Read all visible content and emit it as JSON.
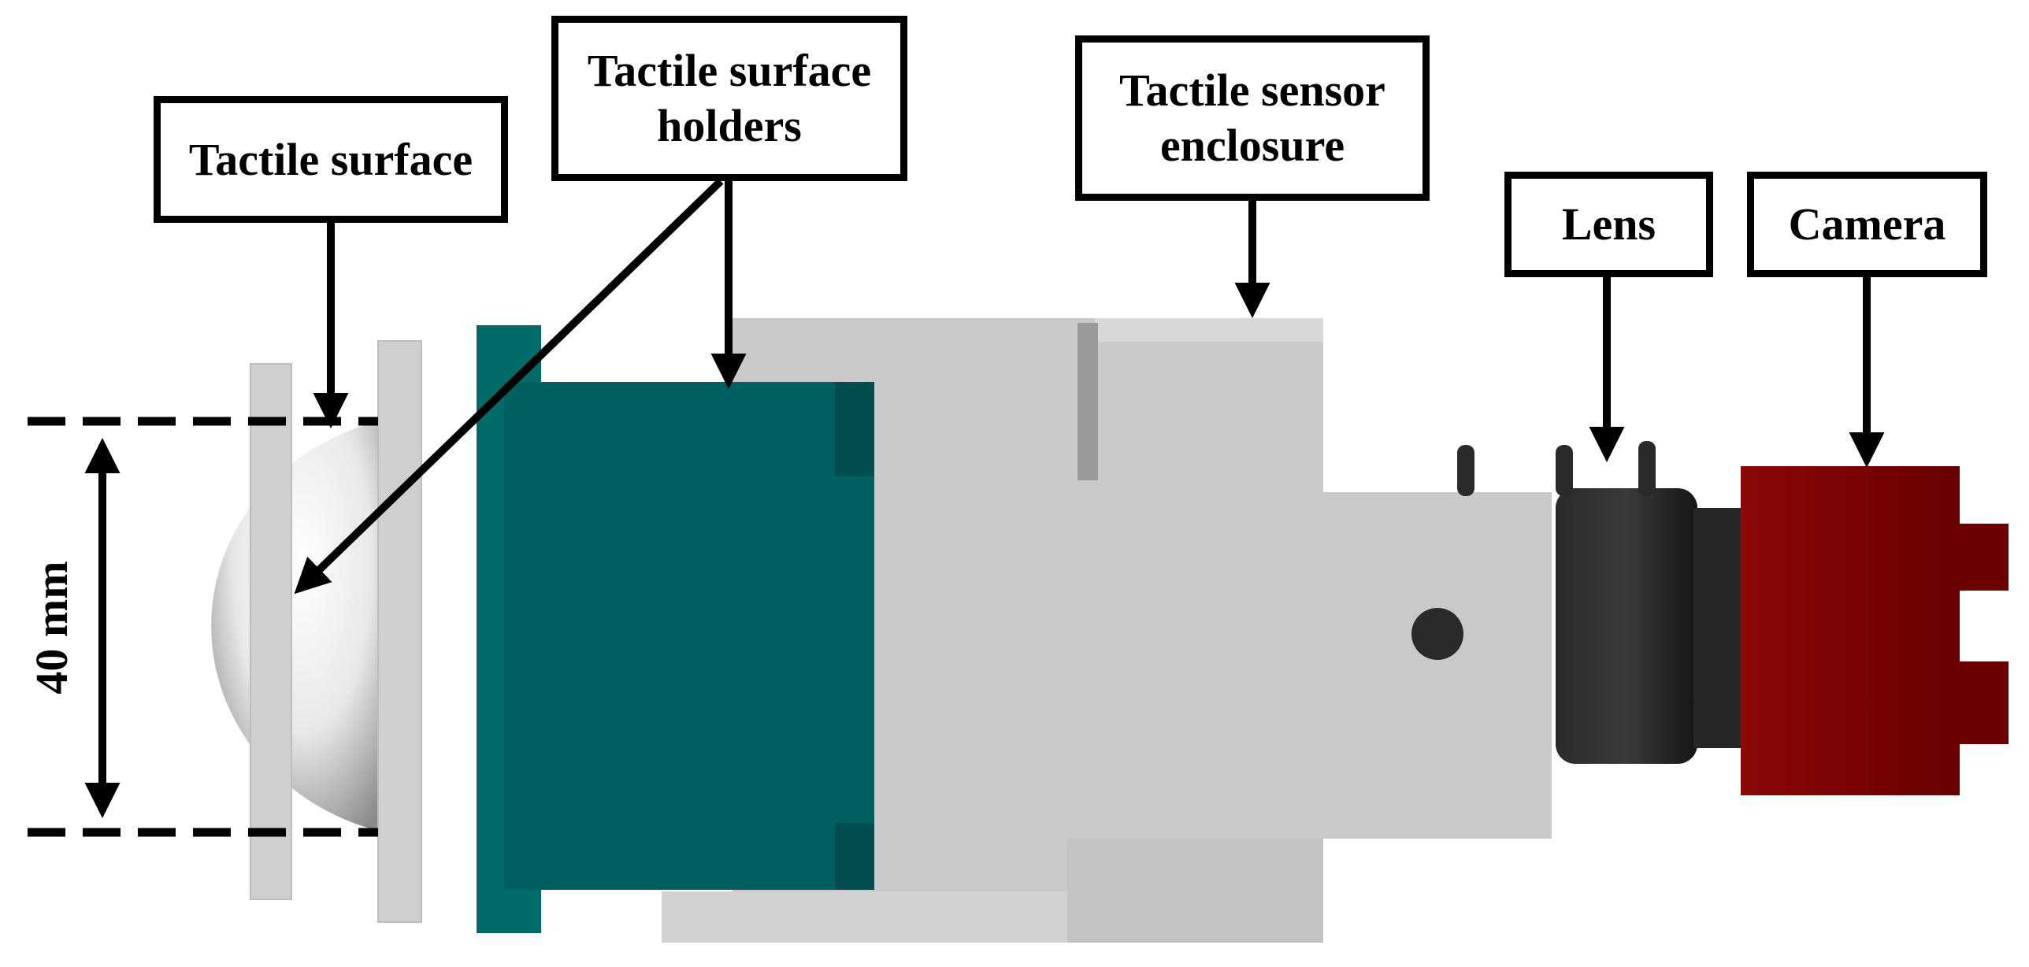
{
  "labels": {
    "tactile_surface": "Tactile surface",
    "holders_line1": "Tactile surface",
    "holders_line2": "holders",
    "enclosure_line1": "Tactile sensor",
    "enclosure_line2": "enclosure",
    "lens": "Lens",
    "camera": "Camera"
  },
  "dimension": {
    "text": "40 mm"
  },
  "colors": {
    "holder_teal": "#00605F",
    "enclosure_grey": "#C8C8C8",
    "lens_dark": "#1F1F1F",
    "camera_red": "#7A0000",
    "line_black": "#000000"
  }
}
